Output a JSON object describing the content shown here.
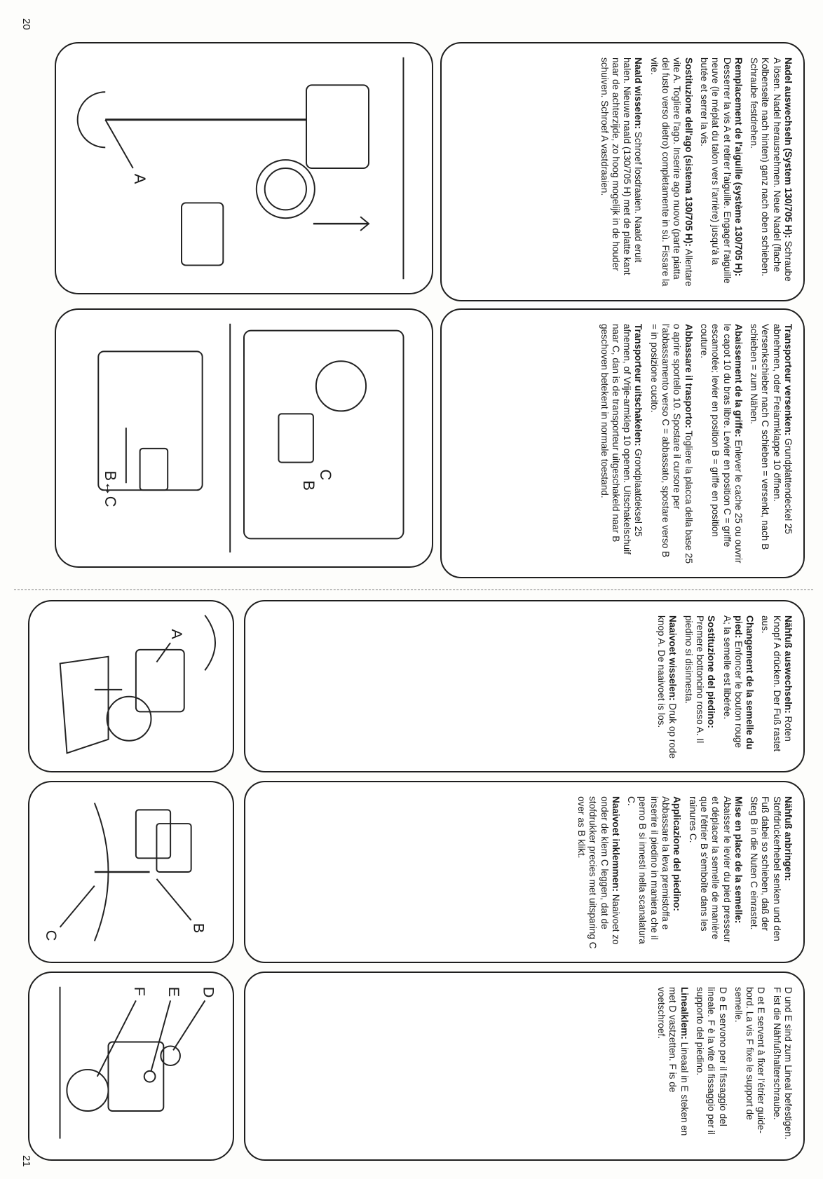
{
  "page_numbers": {
    "left": "20",
    "right": "21"
  },
  "left_page": {
    "figure_1": {
      "labels": [
        "A"
      ]
    },
    "text_1": [
      {
        "head": "Nadel auswechseln (System 130/705 H):",
        "body": "Schraube A lösen. Nadel herausnehmen. Neue Nadel (flache Kolbenseite nach hinten) ganz nach oben schieben. Schraube festdrehen."
      },
      {
        "head": "Remplacement de l'aiguille (système 130/705 H):",
        "body": "Desserrer la vis A et retirer l'aiguille. Engager l'aiguille neuve (le méplat du talon vers l'arrière) jusqu'à la butée et serrer la vis."
      },
      {
        "head": "Sostituzione dell'ago (sistema 130/705 H):",
        "body": "Allentare vite A. Togliere l'ago. Inserire ago nuovo (parte piatta del fusto verso dietro) completamente in sù. Fissare la vite."
      },
      {
        "head": "Naald wisselen:",
        "body": "Schroef losdraaien. Naald eruit halen. Nieuwe naald (130/705 H) met de platte kant naar de achterzijde, zo hoog mogelijk in de houder schuiven. Schroef A vastdraaien."
      }
    ],
    "figure_2": {
      "labels": [
        "C",
        "B",
        "B↔C"
      ]
    },
    "text_2": [
      {
        "head": "Transporteur versenken:",
        "body": "Grundplattendeckel 25 abnehmen, oder Freiarmklappe 10 öffnen. Versenkschieber nach C schieben = versenkt, nach B schieben = zum Nähen."
      },
      {
        "head": "Abaissement de la griffe:",
        "body": "Enlever le cache 25 ou ouvrir le capot 10 du bras libre. Levier en position C = griffe escamotée; levier en position B = griffe en position couture."
      },
      {
        "head": "Abbassare il trasporto:",
        "body": "Togliere la placca della base 25 o aprire sportello 10. Spostare il cursore per l'abbassamento verso C = abbassato, spostare verso B = in posizione cucito."
      },
      {
        "head": "Transporteur uitschakelen:",
        "body": "Grondplaatdeksel 25 afnemen, of Vrije-armklep 10 openen. Uitschakelschuif naar C, dan is de transporteur uitgeschakeld naar B geschoven betekent in normale toestand."
      }
    ]
  },
  "right_page": {
    "figure_1": {
      "labels": [
        "A"
      ]
    },
    "text_1": [
      {
        "head": "Nähfuß auswechseln:",
        "body": "Roten Knopf A drücken. Der Fuß rastet aus."
      },
      {
        "head": "Changement de la semelle du pied:",
        "body": "Enfoncer le bouton rouge A; la semelle est libérée."
      },
      {
        "head": "Sostituzione del piedino:",
        "body": "Premere bottoncino rosso A. Il piedino si disinnesta."
      },
      {
        "head": "Naaivoet wisselen:",
        "body": "Druk op rode knop A. De naaivoet is los."
      }
    ],
    "figure_2": {
      "labels": [
        "B",
        "C"
      ]
    },
    "text_2": [
      {
        "head": "Nähfuß anbringen:",
        "body": "Stoffdrückerhebel senken und den Fuß dabei so schieben, daß der Steg B in die Nuten C einrastet."
      },
      {
        "head": "Mise en place de la semelle:",
        "body": "Abaisser le levier du pied presseur et déplacer la semelle de manière que l'étrier B s'emboîte dans les rainures C."
      },
      {
        "head": "Applicazione del piedino:",
        "body": "Abbassare la leva premistoffa e inserire il piedino in maniera che il perno B si innesti nella scanalatura C."
      },
      {
        "head": "Naaivoet inklemmen:",
        "body": "Naaivoet zo onder de klem C leggen, dat de stofdrukker precies met uitsparing C over as B klikt."
      }
    ],
    "figure_3": {
      "labels": [
        "D",
        "E",
        "F"
      ]
    },
    "text_3": [
      {
        "head": "",
        "body": "D und E sind zum Lineal befestigen. F ist die Nähfußhalterschraube."
      },
      {
        "head": "",
        "body": "D et E servent à fixer l'étrier guide-bord. La vis F fixe le support de semelle."
      },
      {
        "head": "",
        "body": "D e E servono per il fissaggio del lineale. F è la vite di fissaggio per il supporto del piedino."
      },
      {
        "head": "Linealklem:",
        "body": "Lineaal in E steken en met D vastzetten. F is de voetschroef."
      }
    ]
  }
}
